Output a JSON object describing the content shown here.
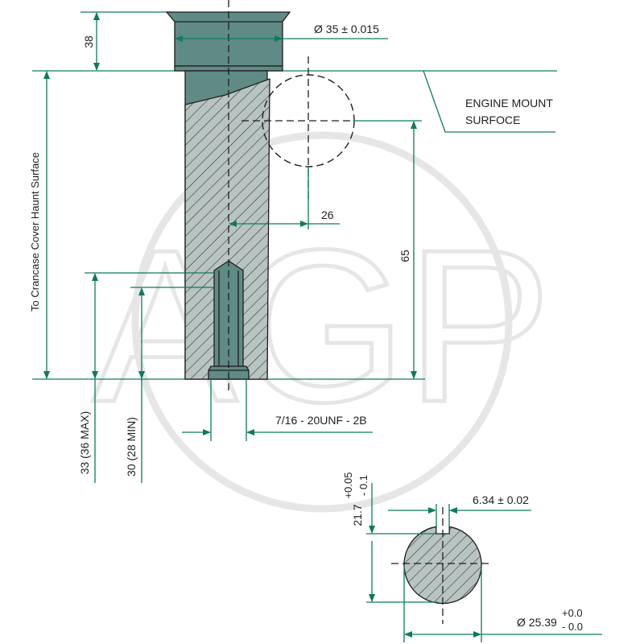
{
  "labels": {
    "d38": "38",
    "head_diameter": "Ø 35 ± 0.015",
    "engine_mount_line1": "ENGINE MOUNT",
    "engine_mount_line2": "SURFOCE",
    "d26": "26",
    "d65": "65",
    "crankcase": "To Crancase Cover Haunt Surface",
    "thread": "7/16 - 20UNF - 2B",
    "d33": "33 (36 MAX)",
    "d30": "30 (28 MIN)",
    "key_height": "21.7",
    "key_height_tol_plus": "+0.05",
    "key_height_tol_minus": "- 0.1",
    "key_width": "6.34 ± 0.02",
    "shaft_diameter": "Ø 25.39",
    "shaft_tol_plus": "+0.0",
    "shaft_tol_minus": "- 0.0"
  },
  "watermark": {
    "text": "AGP"
  },
  "colors": {
    "dimension": "#0e7a5f",
    "shaft_fill": "#5f8a85",
    "hatch_fill": "#b8c4c2",
    "outline": "#1e1e1e",
    "watermark": "#e6e6e6"
  }
}
